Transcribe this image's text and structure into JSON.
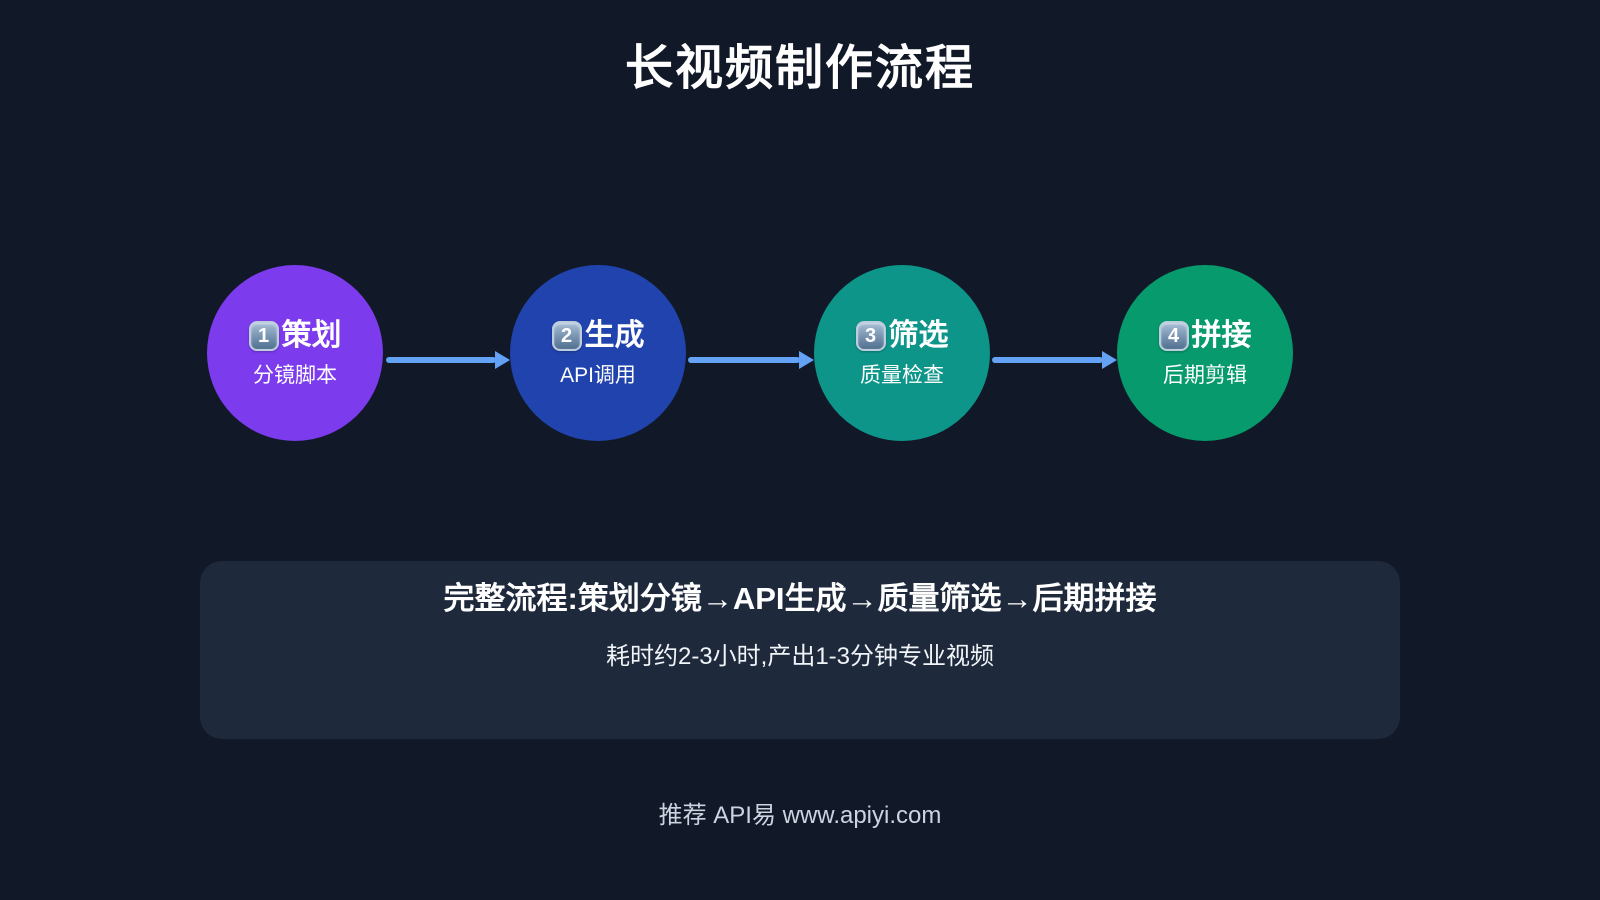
{
  "title": "长视频制作流程",
  "colors": {
    "background": "#111827",
    "panel": "#1e293b",
    "arrow": "#64a2f5"
  },
  "steps": [
    {
      "number": "1",
      "name": "策划",
      "detail": "分镜脚本",
      "color": "#7d3bee"
    },
    {
      "number": "2",
      "name": "生成",
      "detail": "API调用",
      "color": "#2143ad"
    },
    {
      "number": "3",
      "name": "筛选",
      "detail": "质量检查",
      "color": "#0e958a"
    },
    {
      "number": "4",
      "name": "拼接",
      "detail": "后期剪辑",
      "color": "#069a6c"
    }
  ],
  "summary": {
    "flow": "完整流程:策划分镜→API生成→质量筛选→后期拼接",
    "time": "耗时约2-3小时,产出1-3分钟专业视频"
  },
  "footer": "推荐 API易 www.apiyi.com"
}
